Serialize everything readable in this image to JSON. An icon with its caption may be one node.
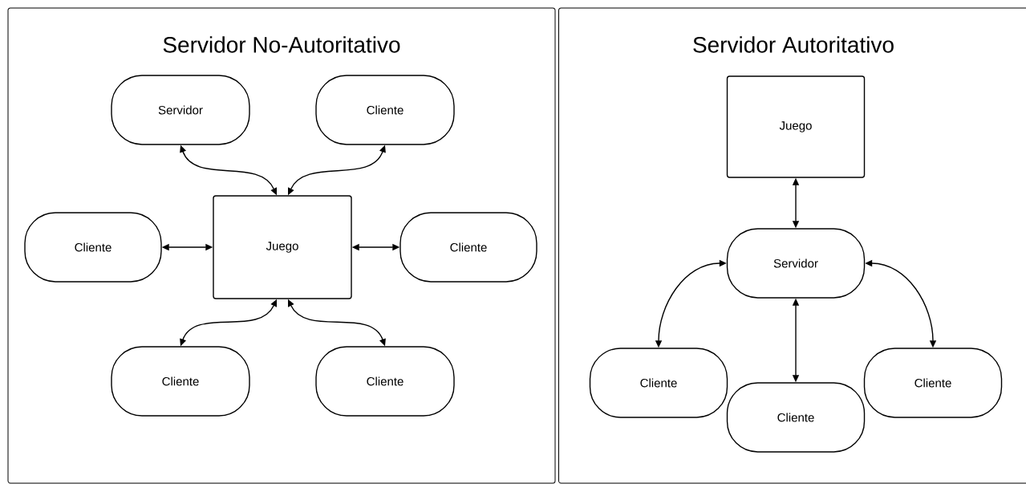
{
  "diagram": {
    "nodes": [
      {
        "text": [
          "Servidor No-Autoritativo"
        ]
      },
      {
        "text": [
          "Servidor"
        ],
        "in": 0
      },
      {
        "text": [
          "Cliente"
        ],
        "in": 0
      },
      {
        "text": [
          "Cliente"
        ],
        "in": 0
      },
      {
        "text": [
          "Juego"
        ],
        "in": 0
      },
      {
        "text": [
          "Cliente"
        ],
        "in": 0
      },
      {
        "text": [
          "Cliente"
        ],
        "in": 0
      },
      {
        "text": [
          "Cliente"
        ],
        "in": 0
      },
      {
        "text": [
          "Servidor Autoritativo"
        ]
      },
      {
        "text": [
          "Juego"
        ],
        "in": 8
      },
      {
        "text": [
          "Servidor"
        ],
        "in": 8
      },
      {
        "text": [
          "Cliente"
        ],
        "in": 8
      },
      {
        "text": [
          "Cliente"
        ],
        "in": 8
      },
      {
        "text": [
          "Cliente"
        ],
        "in": 8
      }
    ],
    "edges": [
      {
        "from": 1,
        "to": 4,
        "arrow": "both"
      },
      {
        "from": 2,
        "to": 4,
        "arrow": "both"
      },
      {
        "from": 3,
        "to": 4,
        "arrow": "both"
      },
      {
        "from": 4,
        "to": 5,
        "arrow": "both"
      },
      {
        "from": 4,
        "to": 6,
        "arrow": "both"
      },
      {
        "from": 4,
        "to": 7,
        "arrow": "both"
      },
      {
        "from": 9,
        "to": 10,
        "arrow": "both"
      },
      {
        "from": 10,
        "to": 11,
        "arrow": "both"
      },
      {
        "from": 10,
        "to": 12,
        "arrow": "both"
      },
      {
        "from": 10,
        "to": 13,
        "arrow": "both"
      }
    ]
  }
}
